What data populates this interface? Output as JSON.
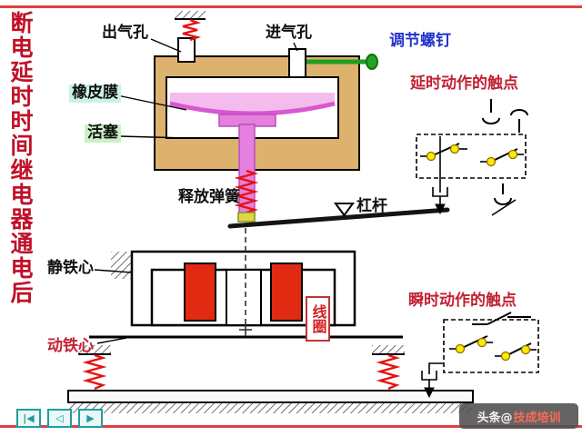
{
  "slide": {
    "title_vertical": "断电延时时间继电器通电后"
  },
  "pneumatic": {
    "air_outlet_label": "出气孔",
    "air_inlet_label": "进气孔",
    "adjust_screw_label": "调节螺钉",
    "membrane_label": "橡皮膜",
    "piston_label": "活塞",
    "release_spring_label": "释放弹簧",
    "lever_label": "杠杆"
  },
  "magnet": {
    "static_core_label": "静铁心",
    "moving_core_label": "动铁心",
    "coil_label": "线圈"
  },
  "contacts": {
    "delayed_title": "延时动作的触点",
    "instant_title": "瞬时动作的触点"
  },
  "nav": {
    "buttons": [
      {
        "glyph": "|◀"
      },
      {
        "glyph": "◁"
      },
      {
        "glyph": "▶"
      }
    ]
  },
  "watermark": {
    "prefix": "头条@",
    "name": "技成培训"
  },
  "colors": {
    "tan_box": "#DDB26E",
    "membrane_pink": "#F3BCEC",
    "membrane_stroke": "#D957D3",
    "piston_magenta": "#E57FE0",
    "spring_red": "#E81212",
    "coil_red": "#E02A12",
    "screw_green": "#1E9E1E",
    "terminal_yellow": "#FFE900",
    "label_red": "#C22233",
    "label_blue": "#2233CC",
    "nav_teal": "#1F9E9E",
    "rule_red": "#E04040"
  }
}
